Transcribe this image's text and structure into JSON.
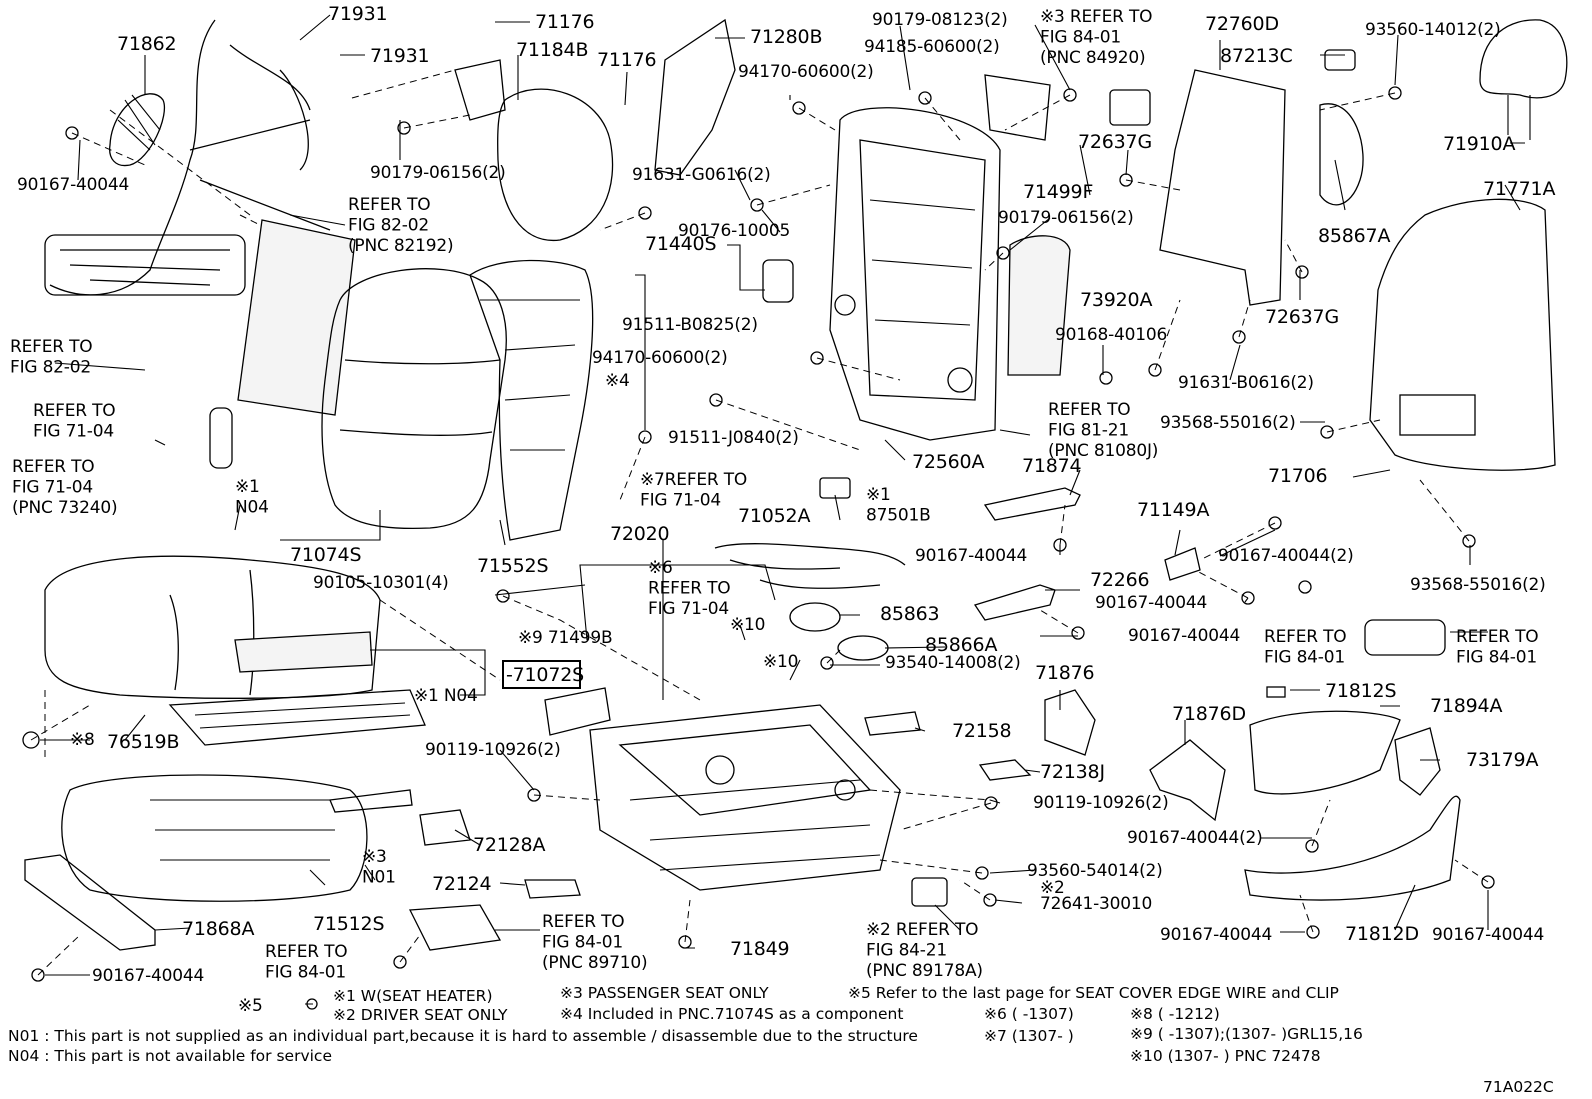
{
  "diagram_code": "71A022C",
  "highlighted_part": "71072S",
  "labels": {
    "p71862": "71862",
    "p71931a": "71931",
    "p71931b": "71931",
    "p71176a": "71176",
    "p71184B": "71184B",
    "p71176b": "71176",
    "p71280B": "71280B",
    "p90179_08123": "90179-08123(2)",
    "p94185": "94185-60600(2)",
    "ref84_01_top": "※3 REFER TO\nFIG 84-01\n(PNC 84920)",
    "p72760D": "72760D",
    "p87213C": "87213C",
    "p93560_14012": "93560-14012(2)",
    "p90167_40044_a": "90167-40044",
    "ref82_02_pnc": "REFER TO\nFIG 82-02\n(PNC 82192)",
    "p90179_06156_a": "90179-06156(2)",
    "p94170_a": "94170-60600(2)",
    "p91631_G0616": "91631-G0616(2)",
    "p90176": "90176-10005",
    "p72637G_a": "72637G",
    "p71910A": "71910A",
    "p71499F": "71499F",
    "p90179_06156_b": "90179-06156(2)",
    "p85867A": "85867A",
    "p71771A": "71771A",
    "p71440S": "71440S",
    "ref82_02": "REFER TO\nFIG 82-02",
    "p73920A": "73920A",
    "p72637G_b": "72637G",
    "p91511_B0825": "91511-B0825(2)",
    "p90168": "90168-40106",
    "p91631_B0616": "91631-B0616(2)",
    "p94170_b": "94170-60600(2)",
    "x4_a": "※4",
    "ref71_04_a": "REFER TO\nFIG 71-04",
    "ref71_04_b": "REFER TO\nFIG 71-04\n(PNC 73240)",
    "p91511_J0840": "91511-J0840(2)",
    "ref81_21": "REFER TO\nFIG 81-21\n(PNC 81080J)",
    "p93568_a": "93568-55016(2)",
    "p72560A": "72560A",
    "p71874": "71874",
    "p71706": "71706",
    "x1_N04": "※1\nN04",
    "ref71_04_c": "※7REFER TO\nFIG 71-04",
    "p71074S": "71074S",
    "p71552S": "71552S",
    "p72020": "72020",
    "p71052A": "71052A",
    "x1_87501B": "※1\n87501B",
    "p71149A": "71149A",
    "p90167_40044_b": "90167-40044",
    "p90167_40044_c": "90167-40044(2)",
    "p90105": "90105-10301(4)",
    "x6_ref": "※6\nREFER TO\nFIG 71-04",
    "p72266": "72266",
    "p93568_b": "93568-55016(2)",
    "p90167_40044_d": "90167-40044",
    "p85863": "85863",
    "x9_71499B": "※9 71499B",
    "x10_a": "※10",
    "p85866A": "85866A",
    "p90167_40044_e": "90167-40044",
    "ref84_01_a": "REFER TO\nFIG 84-01",
    "ref84_01_b": "REFER TO\nFIG 84-01",
    "x10_b": "※10",
    "p93540": "93540-14008(2)",
    "x1_N04_b": "※1 N04",
    "p71876": "71876",
    "p71812S": "71812S",
    "p71894A": "71894A",
    "x8": "※8",
    "p76519B": "76519B",
    "p72158": "72158",
    "p90119_a": "90119-10926(2)",
    "p71876D": "71876D",
    "p73179A": "73179A",
    "p72138J": "72138J",
    "p90119_b": "90119-10926(2)",
    "p72128A": "72128A",
    "p90167_40044_f": "90167-40044(2)",
    "x3_N01": "※3\nN01",
    "p93560_54014": "93560-54014(2)",
    "p72124": "72124",
    "x2_a": "※2",
    "p72641": "72641-30010",
    "p71512S": "71512S",
    "p71868A": "71868A",
    "ref84_01_89710": "REFER TO\nFIG 84-01\n(PNC 89710)",
    "p71849": "71849",
    "ref84_21": "※2 REFER TO\nFIG 84-21\n(PNC 89178A)",
    "p90167_40044_g": "90167-40044",
    "p71812D": "71812D",
    "p90167_40044_h": "90167-40044",
    "ref84_01_c": "REFER TO\nFIG 84-01",
    "p90167_40044_i": "90167-40044",
    "x5": "※5"
  },
  "footnotes": {
    "f1": "※1 W(SEAT HEATER)",
    "f2": "※2 DRIVER SEAT ONLY",
    "f3": "※3 PASSENGER SEAT ONLY",
    "f4": "※4 Included in PNC.71074S as a component",
    "f5": "※5 Refer to the last page for SEAT COVER EDGE WIRE and CLIP",
    "f6": "※6 (      -1307)",
    "f7": "※7 (1307-      )",
    "f8": "※8 (      -1212)",
    "f9": "※9 (      -1307);(1307-      )GRL15,16",
    "f10": "※10 (1307-      ) PNC 72478",
    "n01": "N01 : This part is not supplied as an individual part,because it is hard to assemble / disassemble due to the structure",
    "n04": "N04 : This part is not available for service"
  }
}
